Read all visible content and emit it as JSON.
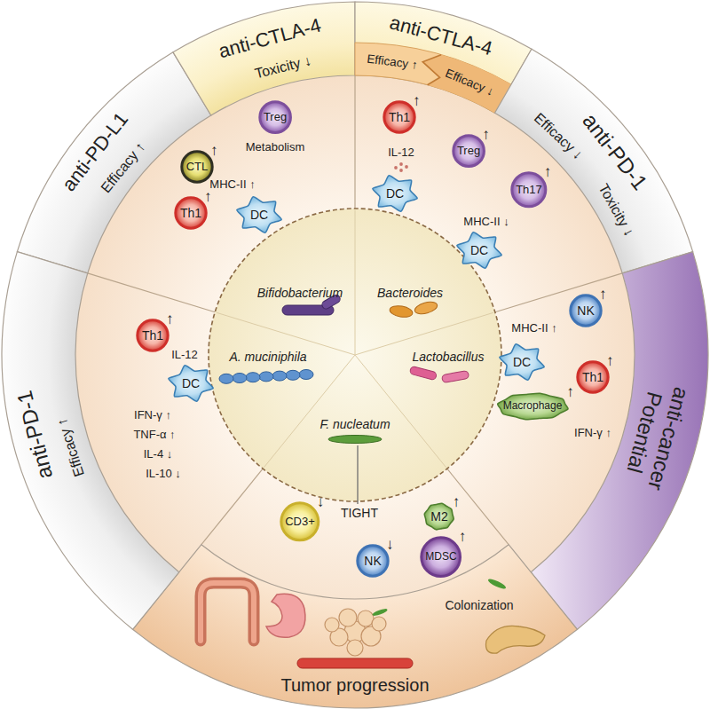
{
  "diagram": {
    "nodes": [
      {
        "text": [
          "anti-PD-L1",
          "Efficacy ↑"
        ]
      },
      {
        "text": [
          "anti-CTLA-4",
          "Toxicity ↓"
        ]
      },
      {
        "text": [
          "anti-CTLA-4",
          "Efficacy ↑",
          "Efficacy ↓"
        ]
      },
      {
        "text": [
          "anti-PD-1",
          "Efficacy ↓",
          "Toxicity ↓"
        ]
      },
      {
        "text": [
          "anti-cancer Potential"
        ]
      },
      {
        "text": [
          "Tumor progression"
        ]
      },
      {
        "text": [
          "anti-PD-1",
          "Efficacy ↑"
        ]
      },
      {
        "text": [
          "Treg"
        ]
      },
      {
        "text": [
          "CTL",
          "↑"
        ]
      },
      {
        "text": [
          "Th1",
          "↑"
        ]
      },
      {
        "text": [
          "DC"
        ]
      },
      {
        "text": [
          "Th1",
          "↑"
        ]
      },
      {
        "text": [
          "DC"
        ]
      },
      {
        "text": [
          "Treg",
          "↑"
        ]
      },
      {
        "text": [
          "Th17",
          "↑"
        ]
      },
      {
        "text": [
          "DC"
        ]
      },
      {
        "text": [
          "NK",
          "↑"
        ]
      },
      {
        "text": [
          "DC"
        ]
      },
      {
        "text": [
          "Th1",
          "↑"
        ]
      },
      {
        "text": [
          "Macrophage",
          "↑"
        ]
      },
      {
        "text": [
          "CD3+",
          "↓"
        ]
      },
      {
        "text": [
          "NK",
          "↓"
        ]
      },
      {
        "text": [
          "M2",
          "↑"
        ]
      },
      {
        "text": [
          "MDSC",
          "↑"
        ]
      },
      {
        "text": [
          "Th1",
          "↑"
        ]
      },
      {
        "text": [
          "DC"
        ]
      }
    ],
    "labels": [
      "Metabolism",
      "MHC-II ↑",
      "IL-12",
      "MHC-II ↓",
      "Bifidobacterium",
      "Bacteroides",
      "A. muciniphila",
      "Lactobacillus",
      "F. nucleatum",
      "IL-12",
      "IFN-γ ↑",
      "TNF-α ↑",
      "IL-4 ↓",
      "IL-10 ↓",
      "MHC-II ↑",
      "IFN-γ ↑",
      "TIGHT",
      "Colonization"
    ]
  }
}
